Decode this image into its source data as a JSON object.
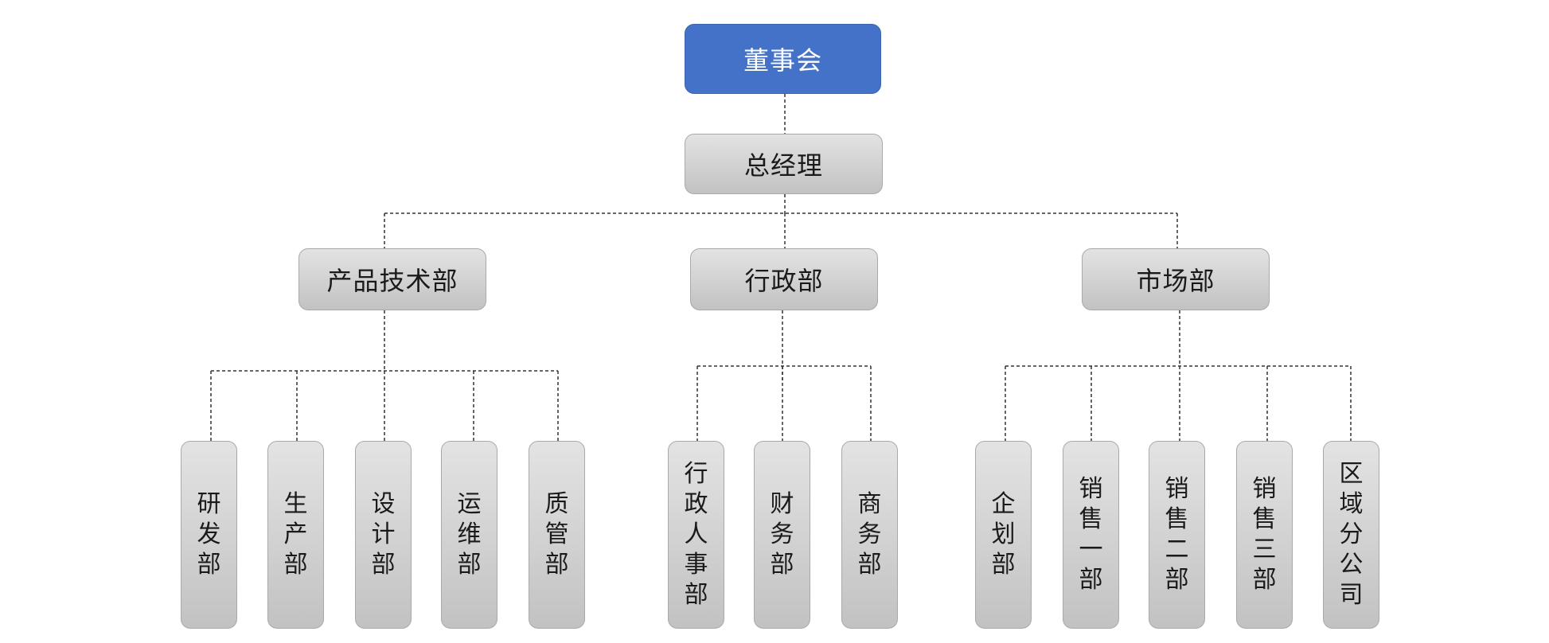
{
  "org_chart": {
    "board": "董事会",
    "general_manager": "总经理",
    "departments": [
      {
        "name": "产品技术部",
        "children": [
          "研发部",
          "生产部",
          "设计部",
          "运维部",
          "质管部"
        ]
      },
      {
        "name": "行政部",
        "children": [
          "行政人事部",
          "财务部",
          "商务部"
        ]
      },
      {
        "name": "市场部",
        "children": [
          "企划部",
          "销售一部",
          "销售二部",
          "销售三部",
          "区域分公司"
        ]
      }
    ]
  },
  "colors": {
    "root_fill": "#4472c8",
    "node_fill_top": "#e3e3e3",
    "node_fill_bottom": "#c2c2c2",
    "connector": "#333333"
  }
}
